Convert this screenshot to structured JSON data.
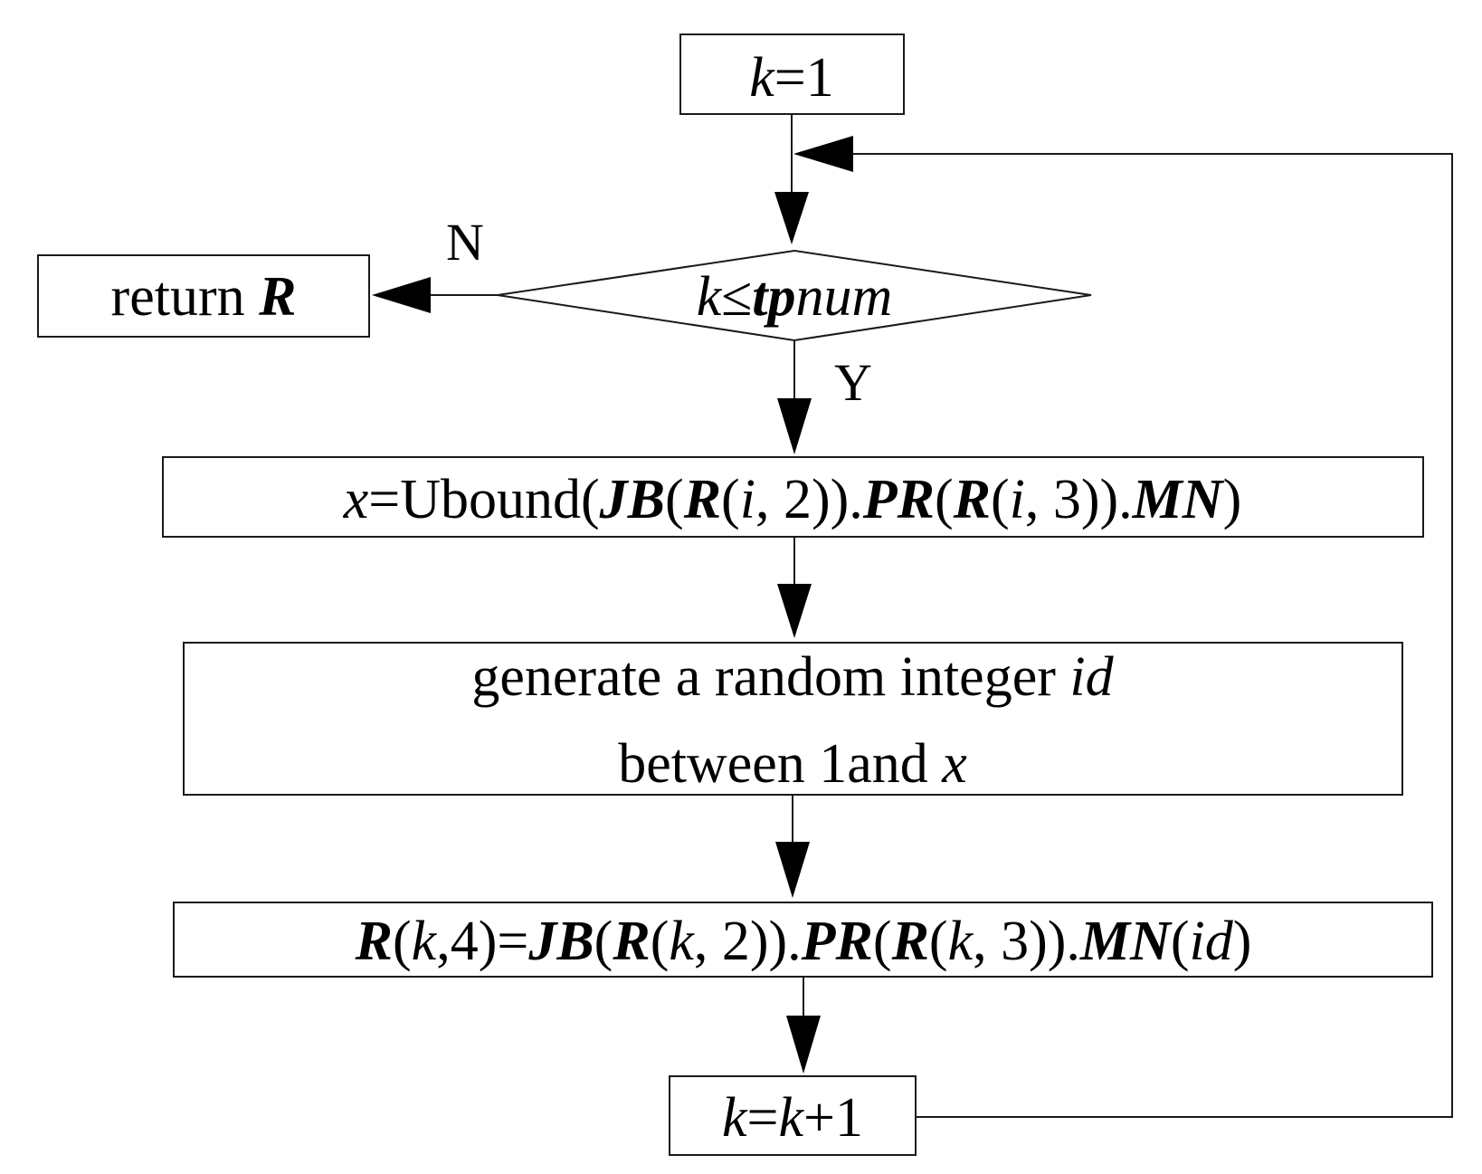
{
  "nodes": {
    "init": {
      "parts": [
        {
          "text": "k",
          "style": "it"
        },
        {
          "text": "=1",
          "style": "n"
        }
      ]
    },
    "condition": {
      "parts": [
        {
          "text": "k",
          "style": "it"
        },
        {
          "text": "≤",
          "style": "n"
        },
        {
          "text": "tp",
          "style": "bi"
        },
        {
          "text": "num",
          "style": "it"
        }
      ]
    },
    "return_box": {
      "parts": [
        {
          "text": "return ",
          "style": "n"
        },
        {
          "text": "R",
          "style": "bi"
        }
      ]
    },
    "ubound_box": {
      "parts": [
        {
          "text": "x",
          "style": "it"
        },
        {
          "text": "=Ubound(",
          "style": "n"
        },
        {
          "text": "JB",
          "style": "bi"
        },
        {
          "text": "(",
          "style": "n"
        },
        {
          "text": "R",
          "style": "bi"
        },
        {
          "text": "(",
          "style": "n"
        },
        {
          "text": "i",
          "style": "it"
        },
        {
          "text": ", 2)).",
          "style": "n"
        },
        {
          "text": "PR",
          "style": "bi"
        },
        {
          "text": "(",
          "style": "n"
        },
        {
          "text": "R",
          "style": "bi"
        },
        {
          "text": "(",
          "style": "n"
        },
        {
          "text": "i",
          "style": "it"
        },
        {
          "text": ", 3)).",
          "style": "n"
        },
        {
          "text": "MN",
          "style": "bi"
        },
        {
          "text": ")",
          "style": "n"
        }
      ]
    },
    "random_box": {
      "line1": [
        {
          "text": "generate a random integer ",
          "style": "n"
        },
        {
          "text": "id",
          "style": "it"
        }
      ],
      "line2": [
        {
          "text": "between 1and ",
          "style": "n"
        },
        {
          "text": "x",
          "style": "it"
        }
      ]
    },
    "assign_box": {
      "parts": [
        {
          "text": "R",
          "style": "bi"
        },
        {
          "text": "(",
          "style": "n"
        },
        {
          "text": "k",
          "style": "it"
        },
        {
          "text": ",4)=",
          "style": "n"
        },
        {
          "text": "JB",
          "style": "bi"
        },
        {
          "text": "(",
          "style": "n"
        },
        {
          "text": "R",
          "style": "bi"
        },
        {
          "text": "(",
          "style": "n"
        },
        {
          "text": "k",
          "style": "it"
        },
        {
          "text": ", 2)).",
          "style": "n"
        },
        {
          "text": "PR",
          "style": "bi"
        },
        {
          "text": "(",
          "style": "n"
        },
        {
          "text": "R",
          "style": "bi"
        },
        {
          "text": "(",
          "style": "n"
        },
        {
          "text": "k",
          "style": "it"
        },
        {
          "text": ", 3)).",
          "style": "n"
        },
        {
          "text": "MN",
          "style": "bi"
        },
        {
          "text": "(",
          "style": "n"
        },
        {
          "text": "id",
          "style": "it"
        },
        {
          "text": ")",
          "style": "n"
        }
      ]
    },
    "increment": {
      "parts": [
        {
          "text": "k",
          "style": "it"
        },
        {
          "text": "=",
          "style": "n"
        },
        {
          "text": "k",
          "style": "it"
        },
        {
          "text": "+1",
          "style": "n"
        }
      ]
    }
  },
  "edge_labels": {
    "no": "N",
    "yes": "Y"
  }
}
